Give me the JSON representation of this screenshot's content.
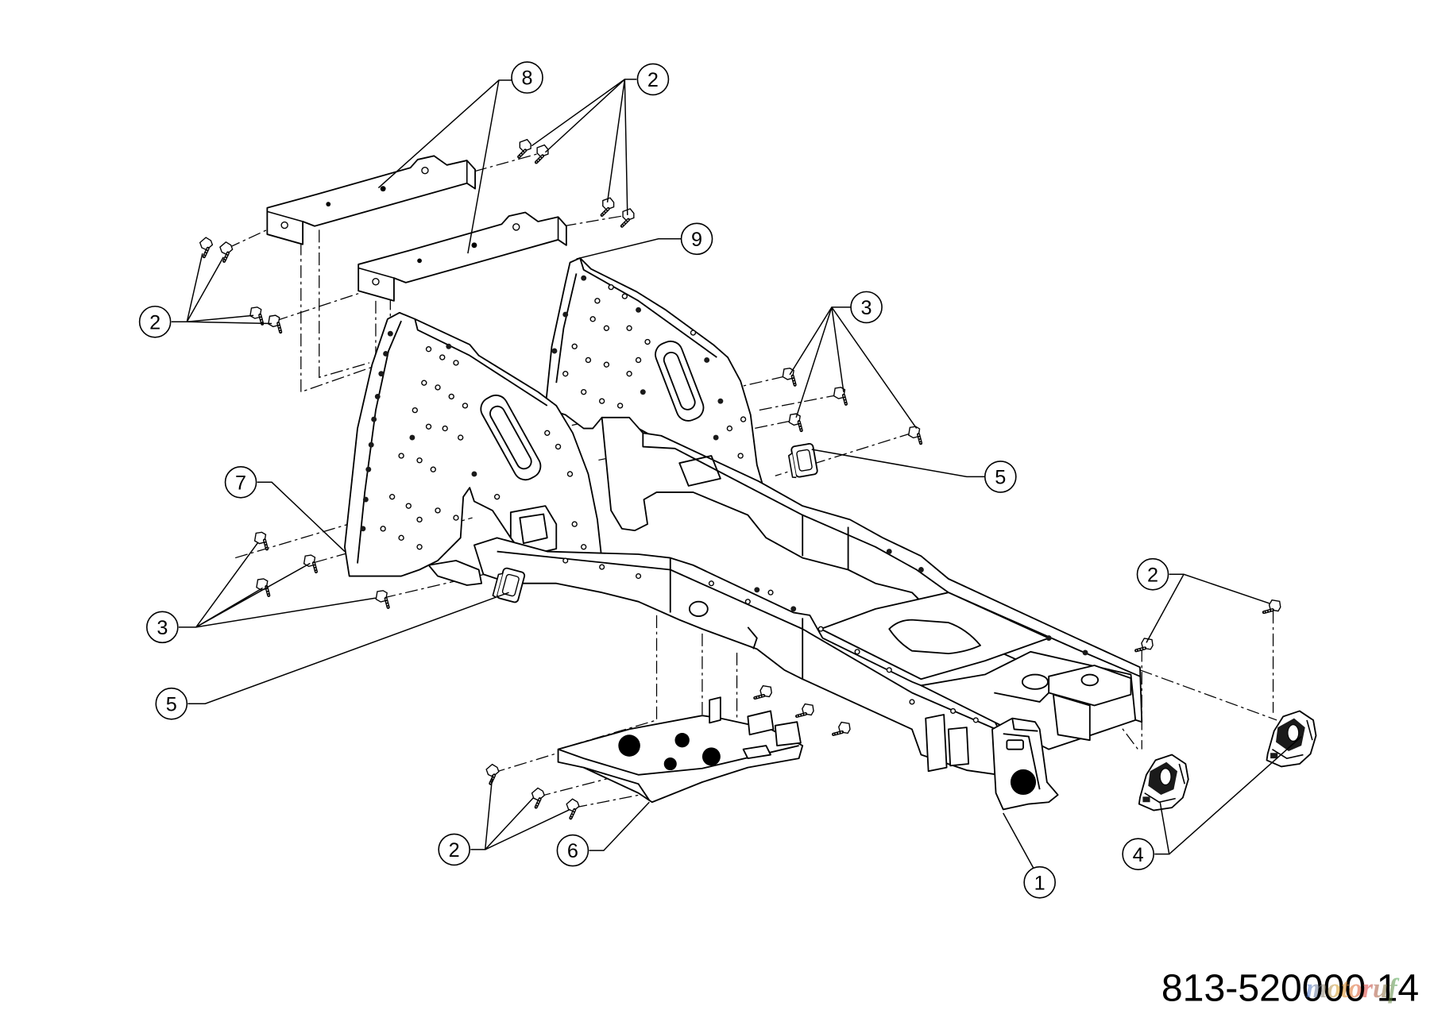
{
  "callouts": [
    {
      "label": "8"
    },
    {
      "label": "2"
    },
    {
      "label": "9"
    },
    {
      "label": "2"
    },
    {
      "label": "3"
    },
    {
      "label": "7"
    },
    {
      "label": "5"
    },
    {
      "label": "2"
    },
    {
      "label": "3"
    },
    {
      "label": "5"
    },
    {
      "label": "2"
    },
    {
      "label": "6"
    },
    {
      "label": "1"
    },
    {
      "label": "4"
    }
  ],
  "drawing_number": "813-520000 14",
  "watermark": "motoruf",
  "colors": {
    "line": "#000000",
    "background": "#ffffff"
  }
}
